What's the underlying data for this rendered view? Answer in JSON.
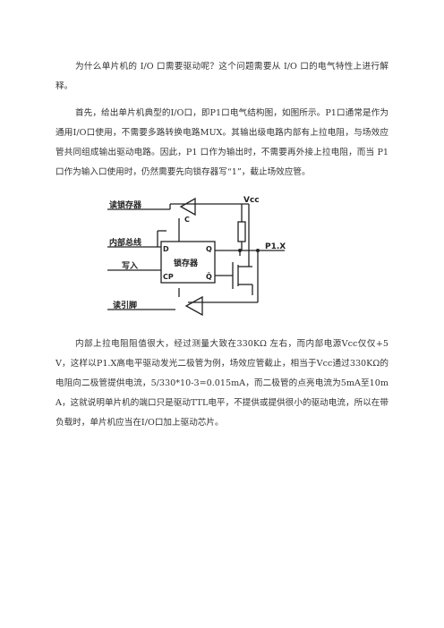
{
  "paragraphs": [
    "为什么单片机的 I/O 口需要驱动呢？这个问题需要从 I/O 口的电气特性上进行解释。",
    "首先，给出单片机典型的I/O口，即P1口电气结构图，如图所示。P1口通常是作为通用I/O口使用，不需要多路转换电路MUX。其输出级电路内部有上拉电阻，与场效应管共同组成输出驱动电路。因此，P1 口作为输出时，不需要再外接上拉电阻，而当 P1 口作为输入口使用时，仍然需要先向锁存器写“1”，截止场效应管。",
    "内部上拉电阻阻值很大，经过测量大致在330KΩ 左右，而内部电源Vcc仅仅+5V，这样以P1.X高电平驱动发光二极管为例，场效应管截止，相当于Vcc通过330KΩ的电阻向二极管提供电流，5/330*10-3=0.015mA，而二极管的点亮电流为5mA至10mA，这就说明单片机的端口只是驱动TTL电平，不提供或提供很小的驱动电流，所以在带负载时，单片机应当在I/O口加上驱动芯片。"
  ],
  "figure": {
    "labels": {
      "read_latch": "读锁存器",
      "internal_bus": "内部总线",
      "write": "写入",
      "read_pin": "读引脚",
      "latch": "锁存器",
      "vcc": "Vcc",
      "p1x": "P1.X",
      "d": "D",
      "cp": "CP",
      "q": "Q",
      "qbar": "Q̄",
      "c": "C"
    }
  }
}
